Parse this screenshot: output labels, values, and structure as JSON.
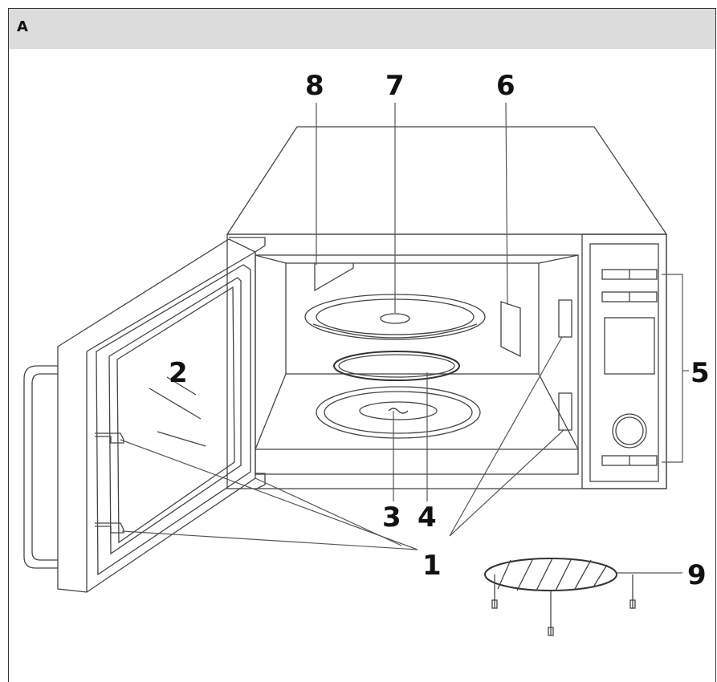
{
  "header": {
    "label": "A"
  },
  "callouts": {
    "c1": "1",
    "c2": "2",
    "c3": "3",
    "c4": "4",
    "c5": "5",
    "c6": "6",
    "c7": "7",
    "c8": "8",
    "c9": "9"
  },
  "colors": {
    "header_bg": "#dcdcdc",
    "line": "#444444",
    "text": "#111111"
  }
}
